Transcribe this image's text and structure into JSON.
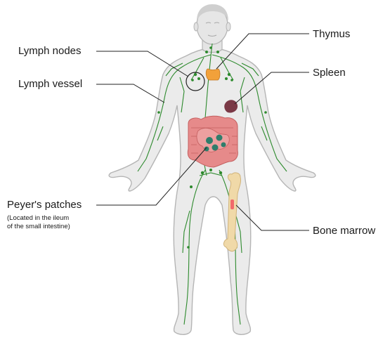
{
  "labels": {
    "lymph_nodes": "Lymph nodes",
    "lymph_vessel": "Lymph vessel",
    "thymus": "Thymus",
    "spleen": "Spleen",
    "peyers_patches": "Peyer's patches",
    "peyers_note_line1": "(Located in the ileum",
    "peyers_note_line2": "of the small intestine)",
    "bone_marrow": "Bone marrow"
  },
  "colors": {
    "body_fill": "#ebebeb",
    "body_stroke": "#b5b5b5",
    "head_fill": "#dedede",
    "lymph": "#2d8a2d",
    "thymus": "#f2a13a",
    "spleen": "#7a3946",
    "intestine": "#e68a8a",
    "peyers": "#2f7d6b",
    "bone": "#f0d9a8",
    "marrow": "#f26b6b",
    "leader": "#222222"
  }
}
